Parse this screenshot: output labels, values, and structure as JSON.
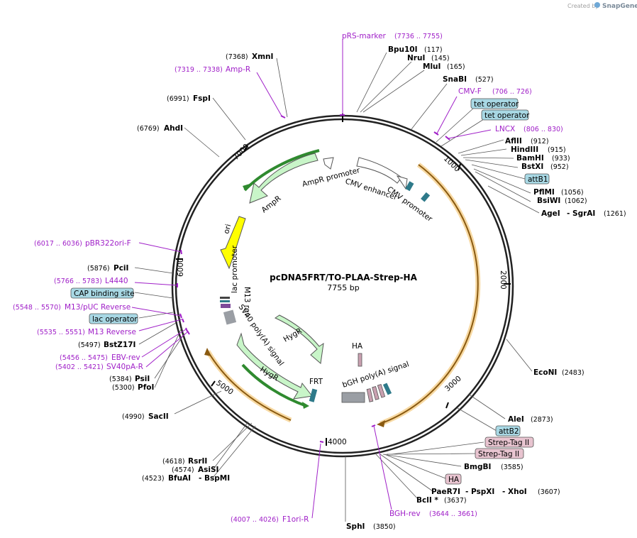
{
  "credit": {
    "prefix": "Created by",
    "brand": "SnapGene"
  },
  "map": {
    "name": "pcDNA5FRT/TO-PLAA-Strep-HA",
    "length_label": "7755 bp",
    "length": 7755
  },
  "ruler": [
    "1000",
    "2000",
    "3000",
    "4000",
    "5000",
    "6000",
    "7000"
  ],
  "enzymes": [
    {
      "name": "Bpu10I",
      "pos": "(117)"
    },
    {
      "name": "NruI",
      "pos": "(145)"
    },
    {
      "name": "MluI",
      "pos": "(165)"
    },
    {
      "name": "SnaBI",
      "pos": "(527)"
    },
    {
      "name": "AflII",
      "pos": "(912)"
    },
    {
      "name": "HindIII",
      "pos": "(915)"
    },
    {
      "name": "BamHI",
      "pos": "(933)"
    },
    {
      "name": "BstXI",
      "pos": "(952)"
    },
    {
      "name": "PflMI",
      "pos": "(1056)"
    },
    {
      "name": "BsiWI",
      "pos": "(1062)"
    },
    {
      "name": "AgeI",
      "name2": "- SgrAI",
      "pos": "(1261)"
    },
    {
      "name": "EcoNI",
      "pos": "(2483)"
    },
    {
      "name": "AleI",
      "pos": "(2873)"
    },
    {
      "name": "BmgBI",
      "pos": "(3585)"
    },
    {
      "name": "PaeR7I",
      "name2": "- PspXI",
      "name3": "- XhoI",
      "pos": "(3607)"
    },
    {
      "name": "BclI *",
      "pos": "(3637)"
    },
    {
      "name": "SphI",
      "pos": "(3850)"
    },
    {
      "name": "RsrII",
      "pos": "(4618)"
    },
    {
      "name": "AsiSI",
      "pos": "(4574)"
    },
    {
      "name": "BfuAI",
      "name2": "- BspMI",
      "pos": "(4523)"
    },
    {
      "name": "SacII",
      "pos": "(4990)"
    },
    {
      "name": "PsiI",
      "pos": "(5384)"
    },
    {
      "name": "PfoI",
      "pos": "(5300)"
    },
    {
      "name": "BstZ17I",
      "pos": "(5497)"
    },
    {
      "name": "PciI",
      "pos": "(5876)"
    },
    {
      "name": "AhdI",
      "pos": "(6769)"
    },
    {
      "name": "FspI",
      "pos": "(6991)"
    },
    {
      "name": "XmnI",
      "pos": "(7368)"
    }
  ],
  "primers": [
    {
      "name": "pRS-marker",
      "pos": "(7736 .. 7755)"
    },
    {
      "name": "Amp-R",
      "pos": "(7319 .. 7338)"
    },
    {
      "name": "CMV-F",
      "pos": "(706 .. 726)"
    },
    {
      "name": "LNCX",
      "pos": "(806 .. 830)"
    },
    {
      "name": "pBR322ori-F",
      "pos": "(6017 .. 6036)"
    },
    {
      "name": "L4440",
      "pos": "(5766 .. 5783)"
    },
    {
      "name": "M13/pUC Reverse",
      "pos": "(5548 .. 5570)"
    },
    {
      "name": "M13 Reverse",
      "pos": "(5535 .. 5551)"
    },
    {
      "name": "EBV-rev",
      "pos": "(5456 .. 5475)"
    },
    {
      "name": "SV40pA-R",
      "pos": "(5402 .. 5421)"
    },
    {
      "name": "F1ori-R",
      "pos": "(4007 .. 4026)"
    },
    {
      "name": "BGH-rev",
      "pos": "(3644 .. 3661)"
    }
  ],
  "boxed_features": [
    {
      "name": "tet operator",
      "color": "#a8d8e4"
    },
    {
      "name": "tet operator",
      "color": "#a8d8e4"
    },
    {
      "name": "attB1",
      "color": "#a8d8e4"
    },
    {
      "name": "CAP binding site",
      "color": "#a8d8e4"
    },
    {
      "name": "lac operator",
      "color": "#a8d8e4"
    },
    {
      "name": "attB2",
      "color": "#a8d8e4"
    },
    {
      "name": "Strep-Tag II",
      "color": "#e8c4d0"
    },
    {
      "name": "Strep-Tag II",
      "color": "#e8c4d0"
    },
    {
      "name": "HA",
      "color": "#e8c4d0"
    }
  ],
  "features": {
    "ampr_promoter": "AmpR promoter",
    "ampr": "AmpR",
    "cmv_enhancer": "CMV enhancer",
    "cmv_promoter": "CMV promoter",
    "ori": "ori",
    "lac_promoter": "lac promoter",
    "m13_rev": "M13 rev",
    "sv40_polya": "SV40 poly(A) signal",
    "hygr1": "HygR",
    "hygr2": "HygR",
    "frt": "FRT",
    "ha": "HA",
    "bgh_polya": "bGH poly(A) signal"
  },
  "colors": {
    "primer": "#a020c8",
    "gene_arrow": "#c8f5c8",
    "gene_stroke": "#2f8a2f",
    "orf_orange": "#f5a623",
    "ori_yellow": "#ffff00",
    "backbone": "#222222"
  }
}
